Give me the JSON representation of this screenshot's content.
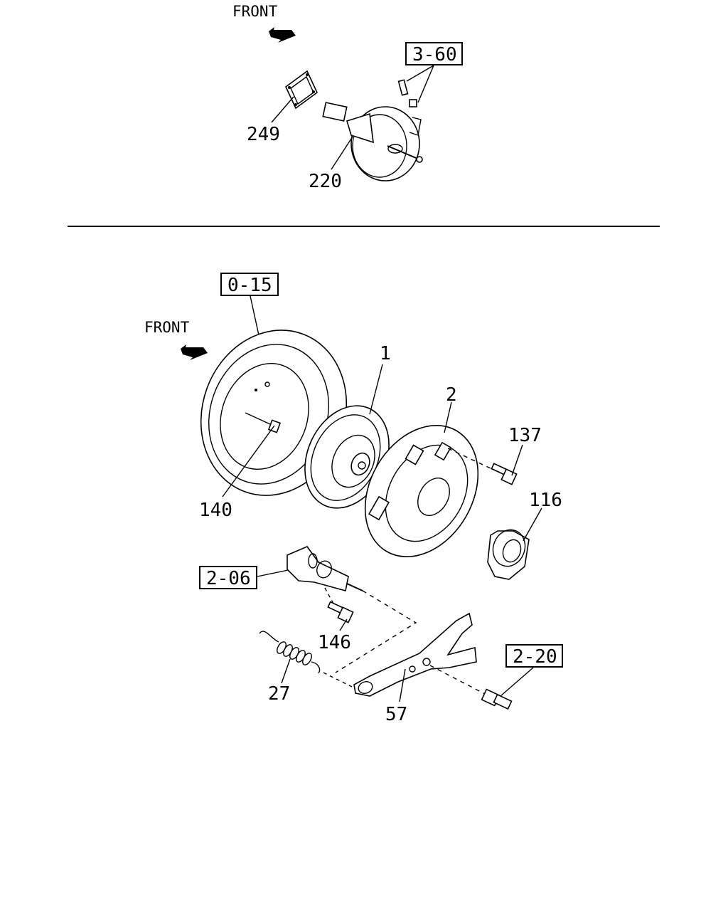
{
  "upper_section": {
    "front_label": "FRONT",
    "ref_box": "3-60",
    "callouts": {
      "gasket": "249",
      "booster": "220"
    }
  },
  "lower_section": {
    "front_label": "FRONT",
    "ref_boxes": {
      "flywheel": "0-15",
      "slave_cylinder": "2-06",
      "pivot": "2-20"
    },
    "callouts": {
      "clutch_disc": "1",
      "pressure_plate": "2",
      "bolt_137": "137",
      "release_bearing": "116",
      "pin_140": "140",
      "bolt_146": "146",
      "spring_27": "27",
      "release_fork": "57"
    }
  },
  "colors": {
    "ink": "#000000",
    "paper": "#ffffff"
  }
}
